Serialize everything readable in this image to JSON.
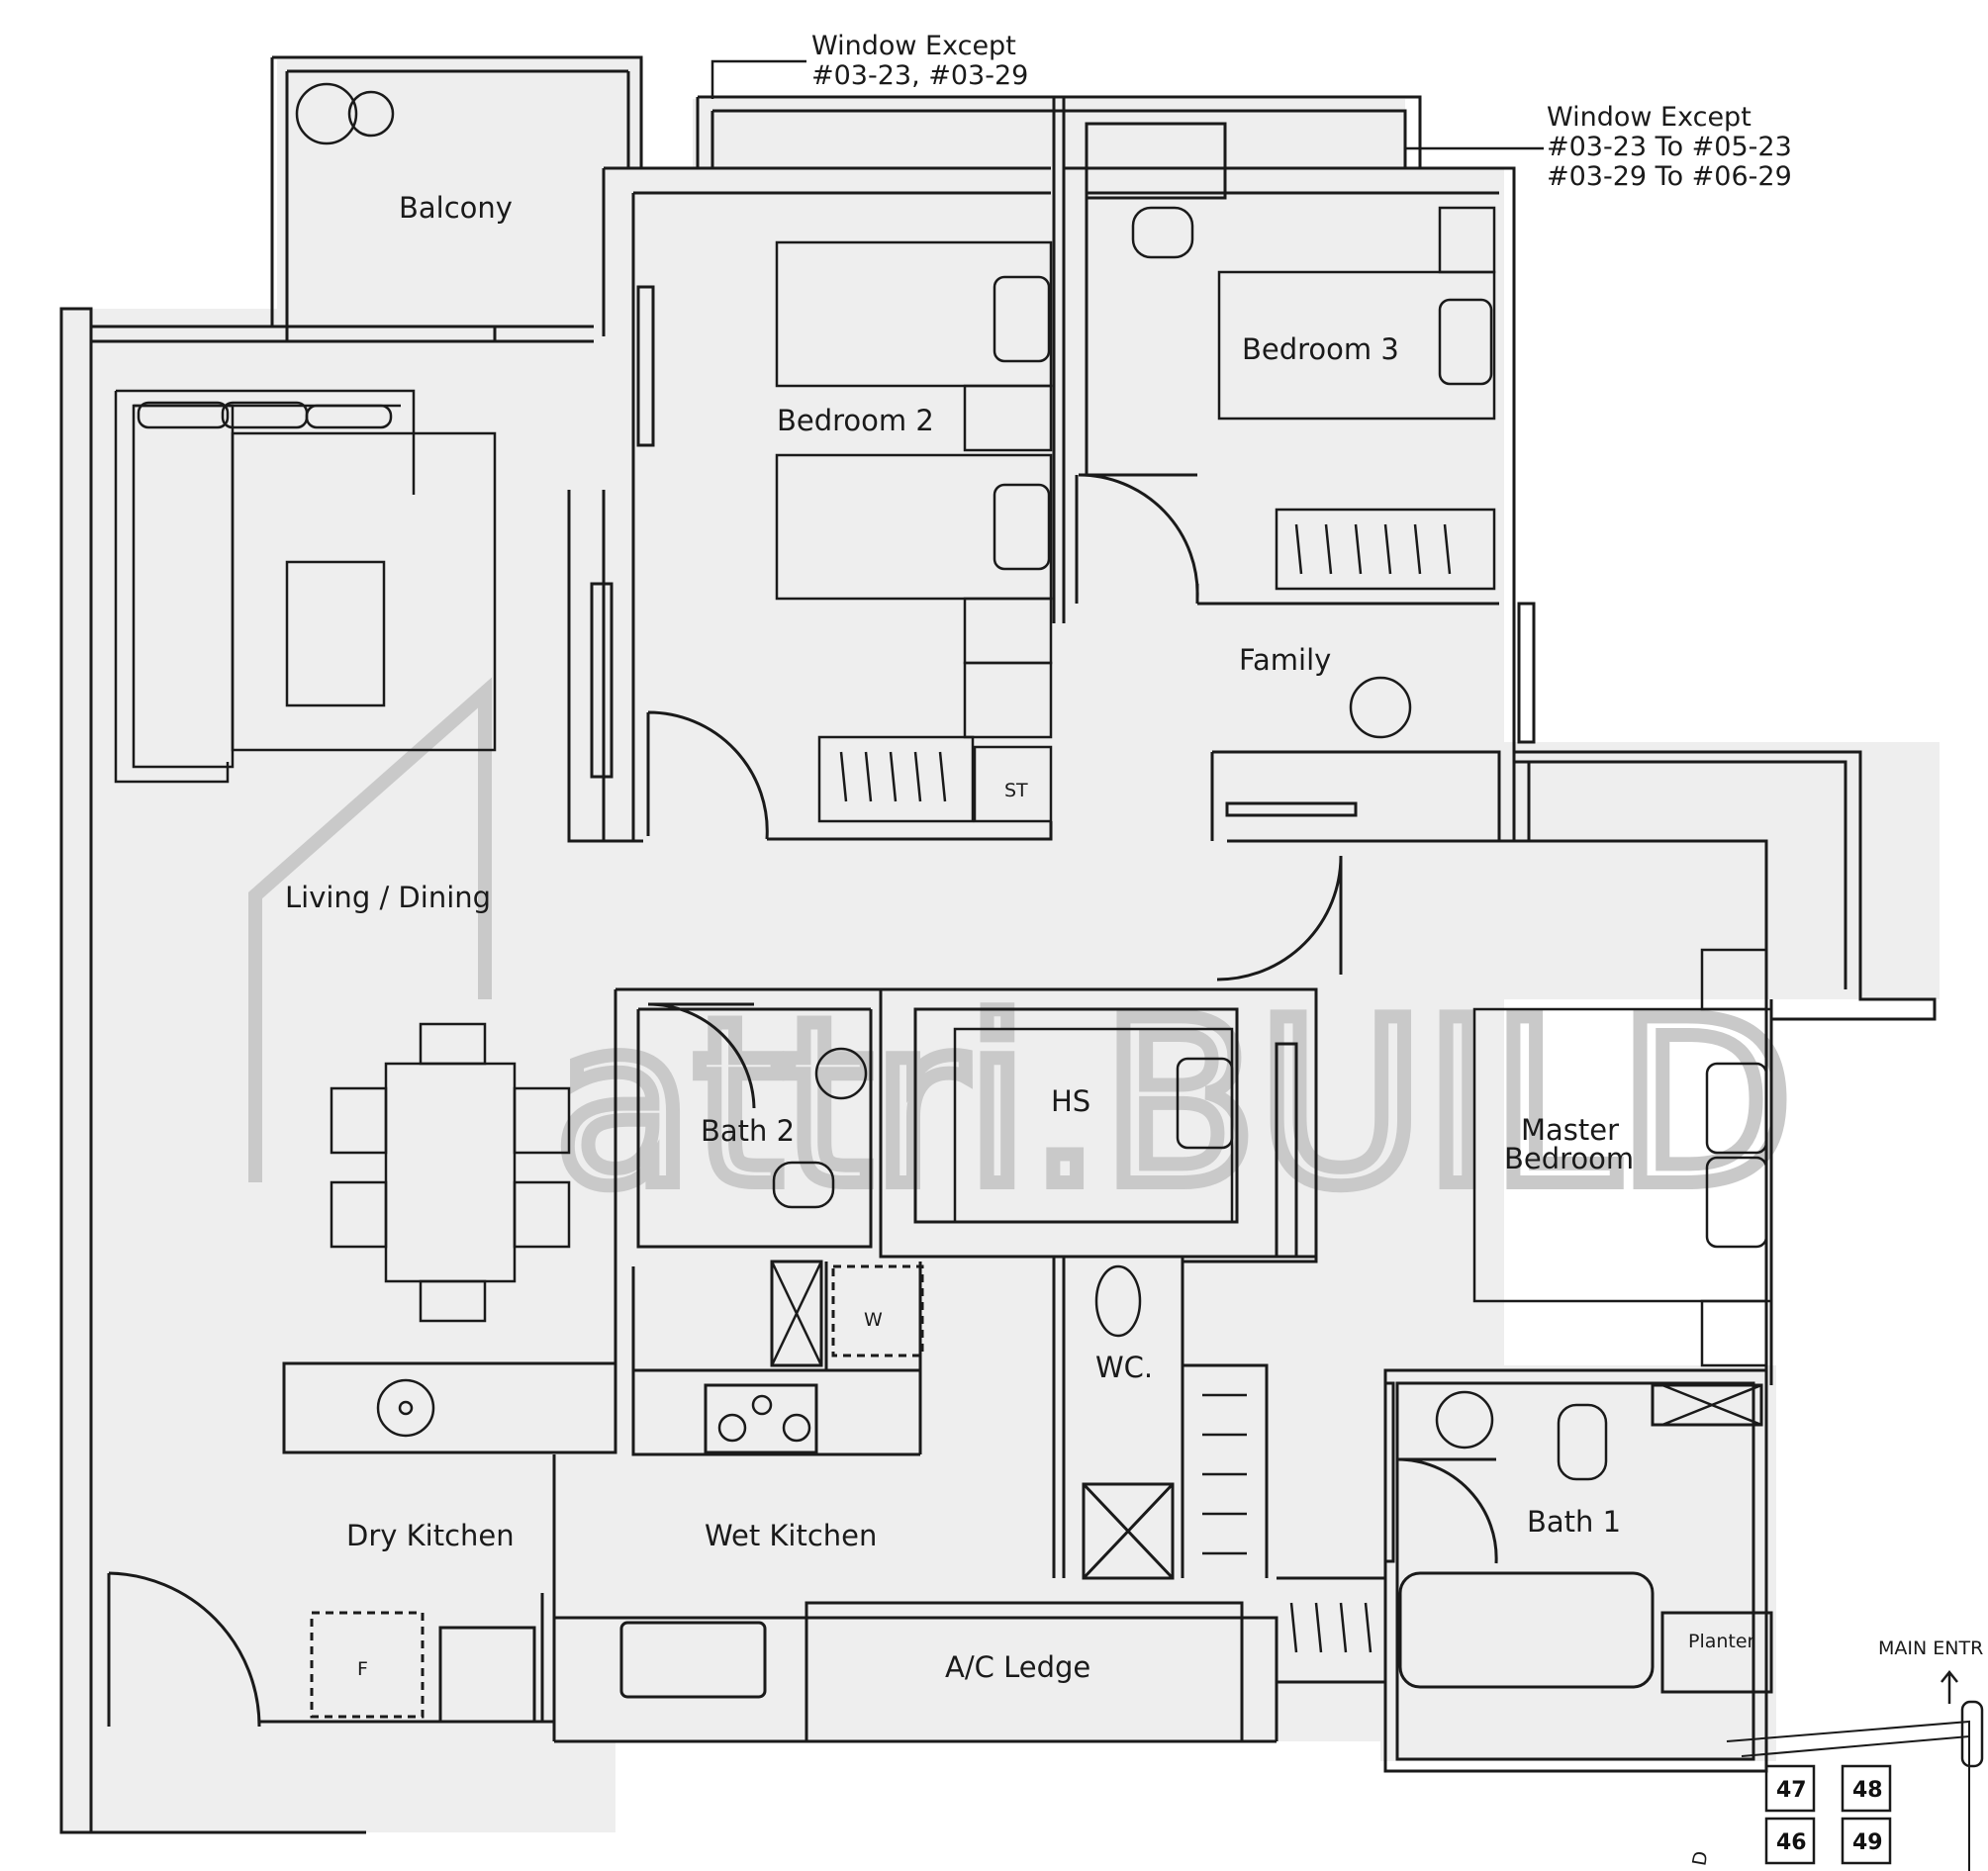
{
  "notes": {
    "window_note_1": {
      "line1": "Window Except",
      "line2": "#03-23, #03-29"
    },
    "window_note_2": {
      "line1": "Window Except",
      "line2": "#03-23 To #05-23",
      "line3": "#03-29 To #06-29"
    }
  },
  "rooms": {
    "balcony": "Balcony",
    "bedroom2": "Bedroom 2",
    "bedroom3": "Bedroom 3",
    "family": "Family",
    "living_dining": "Living / Dining",
    "bath2": "Bath 2",
    "hs": "HS",
    "master_line1": "Master",
    "master_line2": "Bedroom",
    "wc": "WC.",
    "bath1": "Bath 1",
    "dry_kitchen": "Dry Kitchen",
    "wet_kitchen": "Wet Kitchen",
    "ac_ledge": "A/C Ledge",
    "planter": "Planter",
    "st": "ST",
    "w": "W",
    "f": "F"
  },
  "watermark": {
    "text": "attri.BUILD",
    "color": "#c9c9c9"
  },
  "key_plan": {
    "entrance": "MAIN ENTR",
    "blocks": [
      "47",
      "48",
      "46",
      "49"
    ],
    "road_letter": "D"
  },
  "colors": {
    "wall": "#1a1a1a",
    "fill": "#eeeeee",
    "background": "#ffffff"
  }
}
